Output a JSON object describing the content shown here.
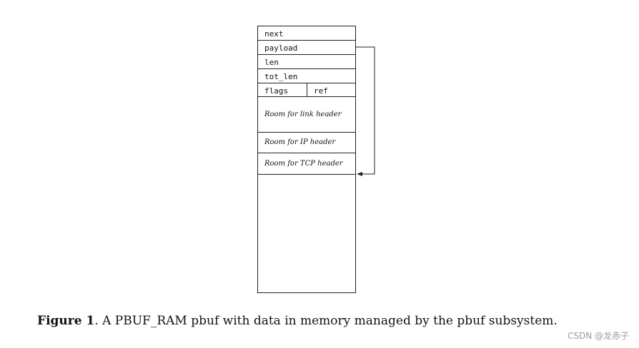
{
  "diagram": {
    "fields": {
      "next": "next",
      "payload": "payload",
      "len": "len",
      "tot_len": "tot_len",
      "flags": "flags",
      "ref": "ref"
    },
    "regions": {
      "link_header": "Room for link header",
      "ip_header": "Room for IP header",
      "tcp_header": "Room for TCP header"
    }
  },
  "caption": {
    "label": "Figure 1",
    "text_before": ". A PBUF",
    "underscore": "_",
    "text_after": "RAM pbuf with data in memory managed by the pbuf subsystem."
  },
  "watermark": {
    "text": "CSDN @龙赤子"
  }
}
